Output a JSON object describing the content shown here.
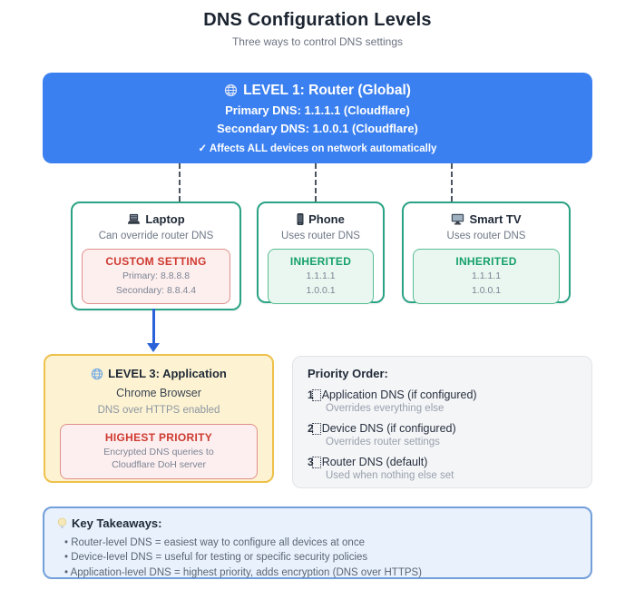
{
  "page": {
    "title": "DNS Configuration Levels",
    "subtitle": "Three ways to control DNS settings"
  },
  "level1": {
    "title": "LEVEL 1: Router (Global)",
    "primary_dns": "Primary DNS: 1.1.1.1 (Cloudflare)",
    "secondary_dns": "Secondary DNS: 1.0.0.1 (Cloudflare)",
    "note": "✓ Affects ALL devices on network automatically"
  },
  "devices": [
    {
      "name": "Laptop",
      "subtitle": "Can override router DNS",
      "status_label": "CUSTOM SETTING",
      "line1": "Primary: 8.8.8.8",
      "line2": "Secondary: 8.8.4.4"
    },
    {
      "name": "Phone",
      "subtitle": "Uses router DNS",
      "status_label": "INHERITED",
      "line1": "1.1.1.1",
      "line2": "1.0.0.1"
    },
    {
      "name": "Smart TV",
      "subtitle": "Uses router DNS",
      "status_label": "INHERITED",
      "line1": "1.1.1.1",
      "line2": "1.0.0.1"
    }
  ],
  "level3": {
    "title": "LEVEL 3: Application",
    "app": "Chrome Browser",
    "feature": "DNS over HTTPS enabled",
    "status_label": "HIGHEST PRIORITY",
    "desc_line1": "Encrypted DNS queries to",
    "desc_line2": "Cloudflare DoH server"
  },
  "priority": {
    "title": "Priority Order:",
    "items": [
      {
        "num": "1",
        "label": "Application DNS (if configured)",
        "sub": "Overrides everything else"
      },
      {
        "num": "2",
        "label": "Device DNS (if configured)",
        "sub": "Overrides router settings"
      },
      {
        "num": "3",
        "label": "Router DNS (default)",
        "sub": "Used when nothing else set"
      }
    ]
  },
  "takeaways": {
    "title": "Key Takeaways:",
    "bullets": [
      "• Router-level DNS = easiest way to configure all devices at once",
      "• Device-level DNS = useful for testing or specific security policies",
      "• Application-level DNS = highest priority, adds encryption (DNS over HTTPS)"
    ]
  },
  "colors": {
    "level1_bg": "#3b80f0",
    "device_border": "#2aa385",
    "custom_red": "#ce3a30",
    "inherited_green": "#16a06b",
    "level3_bg": "#fdf3d2",
    "level3_border": "#eec14b",
    "takeaways_bg": "#e9f1fc",
    "takeaways_border": "#729fd9",
    "arrow_blue": "#2b62d9",
    "dashed_connector": "#4a5560"
  }
}
